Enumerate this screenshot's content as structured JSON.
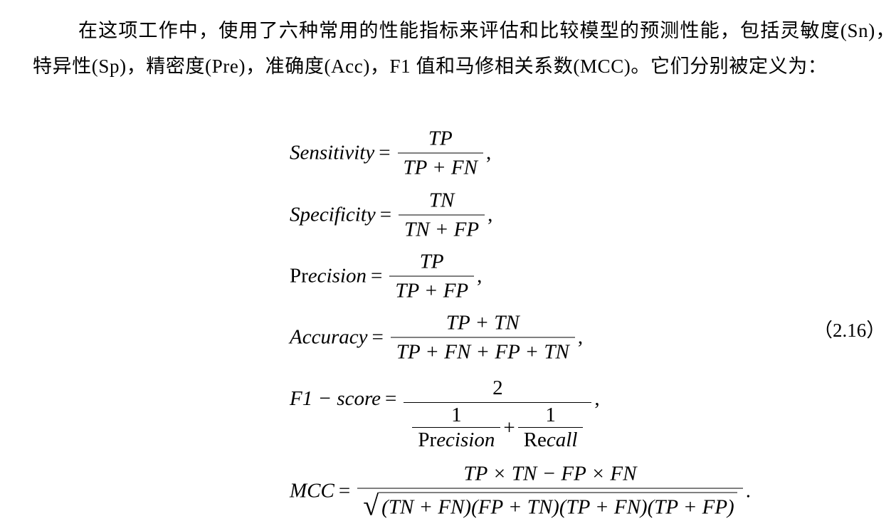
{
  "paragraph": "在这项工作中，使用了六种常用的性能指标来评估和比较模型的预测性能，包括灵敏度(Sn)，特异性(Sp)，精密度(Pre)，准确度(Acc)，F1 值和马修相关系数(MCC)。它们分别被定义为：",
  "equations": {
    "sensitivity": {
      "label": "Sensitivity",
      "num": "TP",
      "den": "TP + FN",
      "punct": ","
    },
    "specificity": {
      "label": "Specificity",
      "num": "TN",
      "den": "TN + FP",
      "punct": ","
    },
    "precision": {
      "label_roman": "Pr",
      "label_italic": "ecision",
      "num": "TP",
      "den": "TP + FP",
      "punct": ","
    },
    "accuracy": {
      "label": "Accuracy",
      "num": "TP + TN",
      "den": "TP + FN + FP + TN",
      "punct": ","
    },
    "f1": {
      "label": "F1 − score",
      "num": "2",
      "inner_num1": "1",
      "inner_den1_roman": "Pr",
      "inner_den1_italic": "ecision",
      "plus": "+",
      "inner_num2": "1",
      "inner_den2_roman": "Re",
      "inner_den2_italic": "call",
      "punct": ","
    },
    "mcc": {
      "label": "MCC",
      "num": "TP × TN − FP × FN",
      "den": "(TN + FN)(FP + TN)(TP + FN)(TP + FP)",
      "punct": "."
    },
    "equals": "=",
    "number": "（2.16）"
  }
}
